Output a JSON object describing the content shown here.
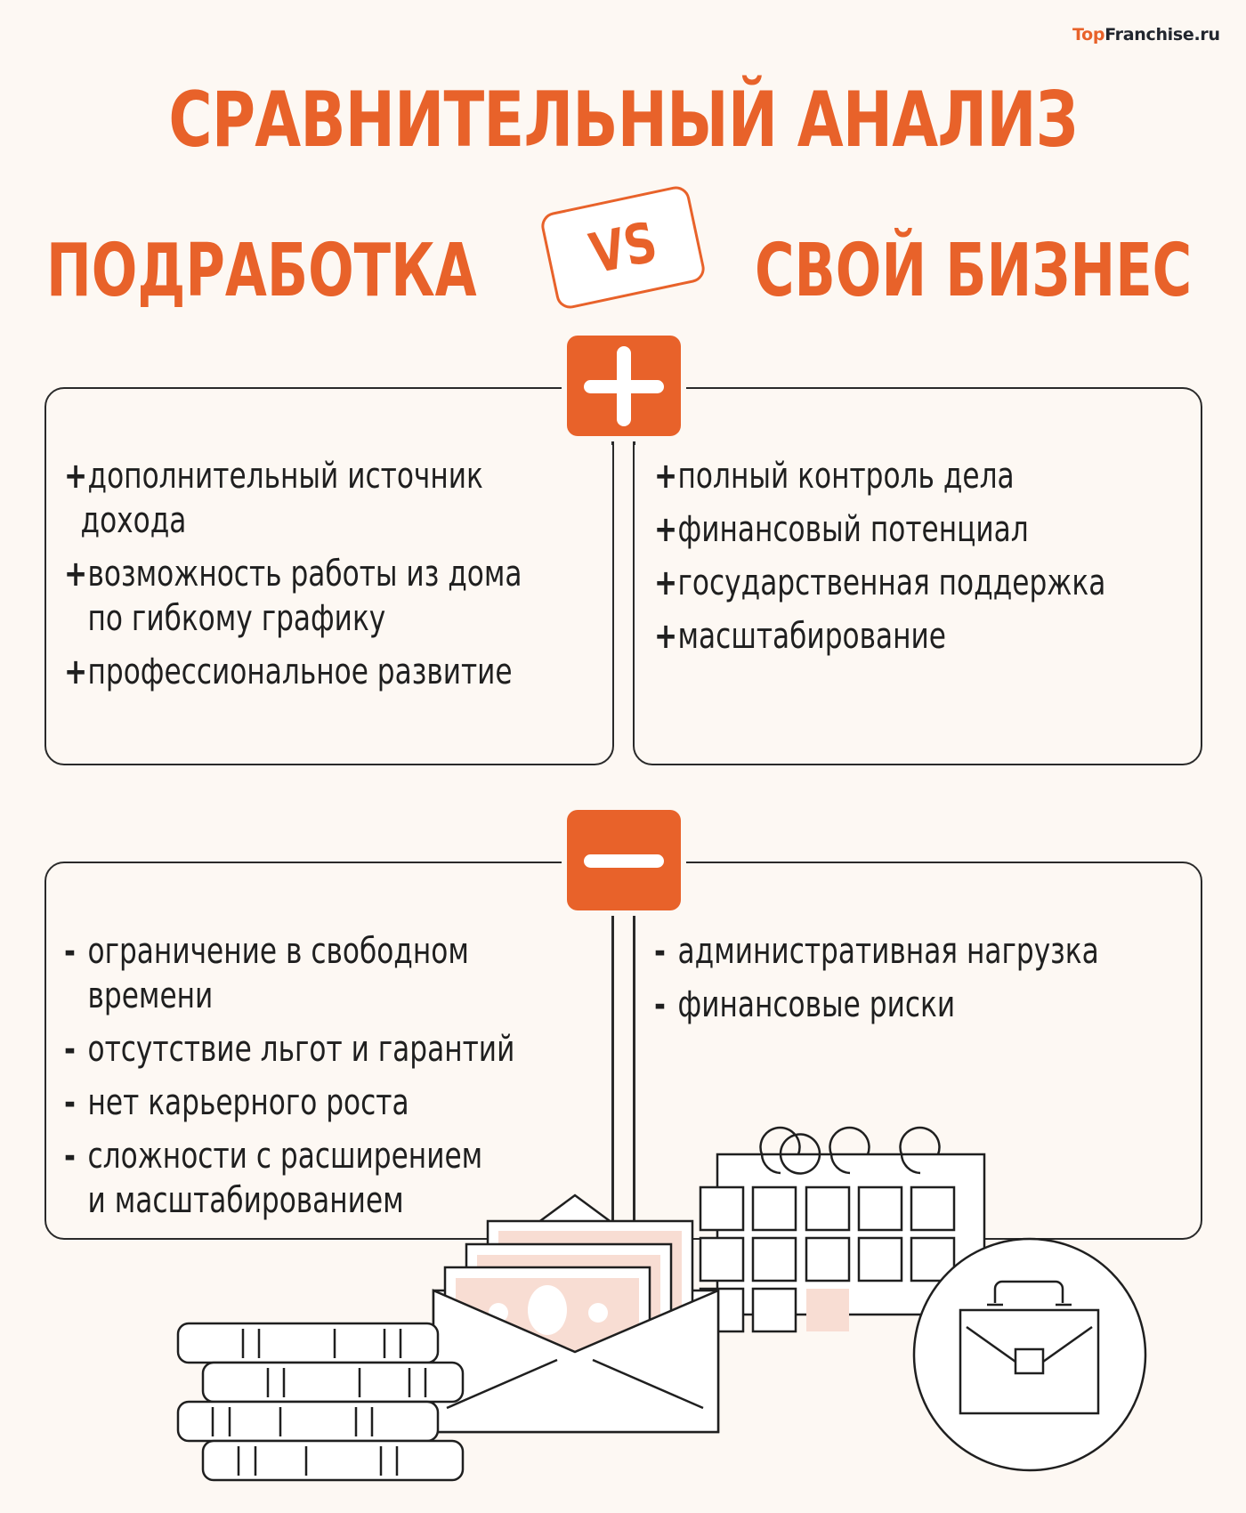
{
  "brand": {
    "top": "Top",
    "rest": "Franchise.ru"
  },
  "header": {
    "title": "СРАВНИТЕЛЬНЫЙ АНАЛИЗ",
    "left": "ПОДРАБОТКА",
    "vs": "VS",
    "right": "СВОЙ БИЗНЕС"
  },
  "colors": {
    "accent": "#E8622A",
    "background": "#FDF8F3",
    "ink": "#2A2A2A",
    "bill": "#F8DDD3"
  },
  "pros": {
    "icon": "plus-icon",
    "marker": "+",
    "left": [
      {
        "line1": "дополнительный источник",
        "line2": "дохода"
      },
      {
        "line1": "возможность работы из дома",
        "line2": "по гибкому графику"
      },
      {
        "line1": "профессиональное развитие"
      }
    ],
    "right": [
      {
        "line1": "полный контроль дела"
      },
      {
        "line1": "финансовый потенциал"
      },
      {
        "line1": "государственная поддержка"
      },
      {
        "line1": "масштабирование"
      }
    ]
  },
  "cons": {
    "icon": "minus-icon",
    "marker": "-",
    "left": [
      {
        "line1": "ограничение в свободном",
        "line2": "времени"
      },
      {
        "line1": "отсутствие льгот и гарантий"
      },
      {
        "line1": "нет карьерного роста"
      },
      {
        "line1": "сложности с расширением",
        "line2": "и масштабированием"
      }
    ],
    "right": [
      {
        "line1": "административная нагрузка"
      },
      {
        "line1": "финансовые риски"
      }
    ]
  },
  "illustration": {
    "items": [
      "coin-stack-icon",
      "envelope-with-bills-icon",
      "calendar-icon",
      "briefcase-icon"
    ]
  }
}
